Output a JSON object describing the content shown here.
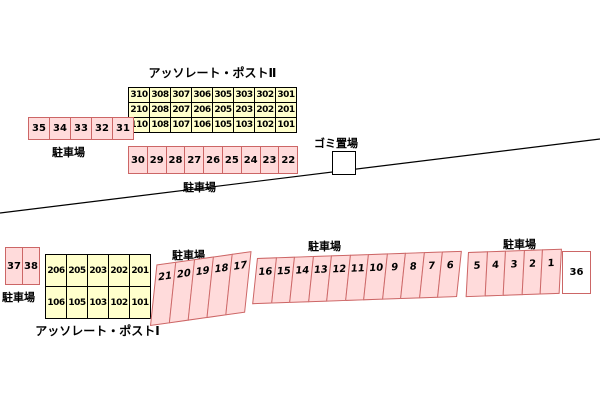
{
  "colors": {
    "background": "#ffffff",
    "building_fill": "#ffffcc",
    "building_border": "#000000",
    "parking_fill": "#ffdbdb",
    "parking_border": "#cc6666",
    "road_line": "#000000"
  },
  "building2": {
    "title": "アッソレート・ポストⅡ",
    "row1": [
      "310",
      "308",
      "307",
      "306",
      "305",
      "303",
      "302",
      "301"
    ],
    "row2": [
      "210",
      "208",
      "207",
      "206",
      "205",
      "203",
      "202",
      "201"
    ],
    "row3": [
      "110",
      "108",
      "107",
      "106",
      "105",
      "103",
      "102",
      "101"
    ]
  },
  "building1": {
    "title": "アッソレート・ポストⅠ",
    "row1": [
      "206",
      "205",
      "203",
      "202",
      "201"
    ],
    "row2": [
      "106",
      "105",
      "103",
      "102",
      "101"
    ]
  },
  "garbage": {
    "label": "ゴミ置場"
  },
  "parking": {
    "row_35_31": {
      "label": "駐車場",
      "spaces": [
        "35",
        "34",
        "33",
        "32",
        "31"
      ]
    },
    "row_30_22": {
      "label": "駐車場",
      "spaces": [
        "30",
        "29",
        "28",
        "27",
        "26",
        "25",
        "24",
        "23",
        "22"
      ]
    },
    "row_37_38": {
      "label": "駐車場",
      "spaces": [
        "37",
        "38"
      ]
    },
    "row_21_17": {
      "label": "駐車場",
      "spaces": [
        "21",
        "20",
        "19",
        "18",
        "17"
      ]
    },
    "row_16_6": {
      "label": "駐車場",
      "spaces": [
        "16",
        "15",
        "14",
        "13",
        "12",
        "11",
        "10",
        "9",
        "8",
        "7",
        "6"
      ]
    },
    "row_5_1": {
      "label": "駐車場",
      "spaces": [
        "5",
        "4",
        "3",
        "2",
        "1"
      ]
    },
    "space_36": "36"
  }
}
